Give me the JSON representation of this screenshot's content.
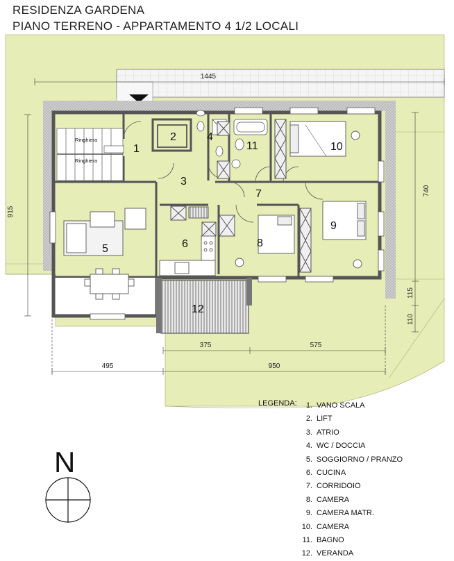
{
  "title": {
    "line1": "RESIDENZA GARDENA",
    "line2": "PIANO TERRENO  -  APPARTAMENTO  4 1/2  LOCALI"
  },
  "dimensions": {
    "top_width": "1445",
    "left_height": "915",
    "right_height": "740",
    "right_small_1": "115",
    "right_small_2": "110",
    "bottom_left_1": "375",
    "bottom_left_2": "575",
    "bottom_total_left": "495",
    "bottom_total_right": "950"
  },
  "labels": {
    "ringhiera_1": "Ringhiera",
    "ringhiera_2": "Ringhiera"
  },
  "rooms": [
    "1",
    "2",
    "3",
    "4",
    "5",
    "6",
    "7",
    "8",
    "9",
    "10",
    "11",
    "12"
  ],
  "legend": {
    "title": "LEGENDA:",
    "items": [
      {
        "num": "1.",
        "label": "VANO SCALA"
      },
      {
        "num": "2.",
        "label": "LIFT"
      },
      {
        "num": "3.",
        "label": "ATRIO"
      },
      {
        "num": "4.",
        "label": "WC / DOCCIA"
      },
      {
        "num": "5.",
        "label": "SOGGIORNO / PRANZO"
      },
      {
        "num": "6.",
        "label": "CUCINA"
      },
      {
        "num": "7.",
        "label": "CORRIDOIO"
      },
      {
        "num": "8.",
        "label": "CAMERA"
      },
      {
        "num": "9.",
        "label": "CAMERA MATR."
      },
      {
        "num": "10.",
        "label": "CAMERA"
      },
      {
        "num": "11.",
        "label": "BAGNO"
      },
      {
        "num": "12.",
        "label": "VERANDA"
      }
    ]
  },
  "compass": {
    "label": "N"
  },
  "colors": {
    "lawn": "#e6edb6",
    "wall": "#555555",
    "wall_hatch": "#bdbdbd",
    "veranda": "#d9d9d9"
  }
}
